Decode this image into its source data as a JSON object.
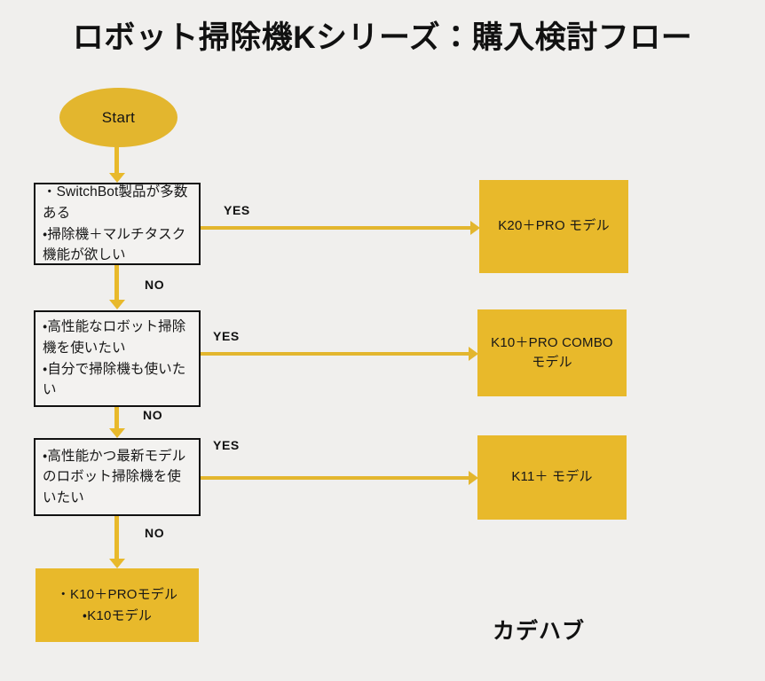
{
  "title": "ロボット掃除機Kシリーズ：購入検討フロー",
  "brand": "カデハブ",
  "colors": {
    "background": "#f0efed",
    "accent_gold": "#e8b92b",
    "node_border": "#111111",
    "text": "#171717"
  },
  "start": {
    "label": "Start"
  },
  "decisions": [
    {
      "id": "decision-1",
      "text": "・SwitchBot製品が多数ある\n・掃除機＋マルチタスク機能が欲しい",
      "yes_label": "YES",
      "no_label": "NO"
    },
    {
      "id": "decision-2",
      "text": "・高性能なロボット掃除機を使いたい\n・自分で掃除機も使いたい",
      "yes_label": "YES",
      "no_label": "NO"
    },
    {
      "id": "decision-3",
      "text": "・高性能かつ最新モデルのロボット掃除機を使いたい",
      "yes_label": "YES",
      "no_label": "NO"
    }
  ],
  "results": [
    {
      "id": "result-1",
      "text": "K20＋PRO モデル"
    },
    {
      "id": "result-2",
      "text": "K10＋PRO COMBO\nモデル"
    },
    {
      "id": "result-3",
      "text": "K11＋ モデル"
    }
  ],
  "final": {
    "text": "・K10＋PROモデル\n・K10モデル"
  }
}
